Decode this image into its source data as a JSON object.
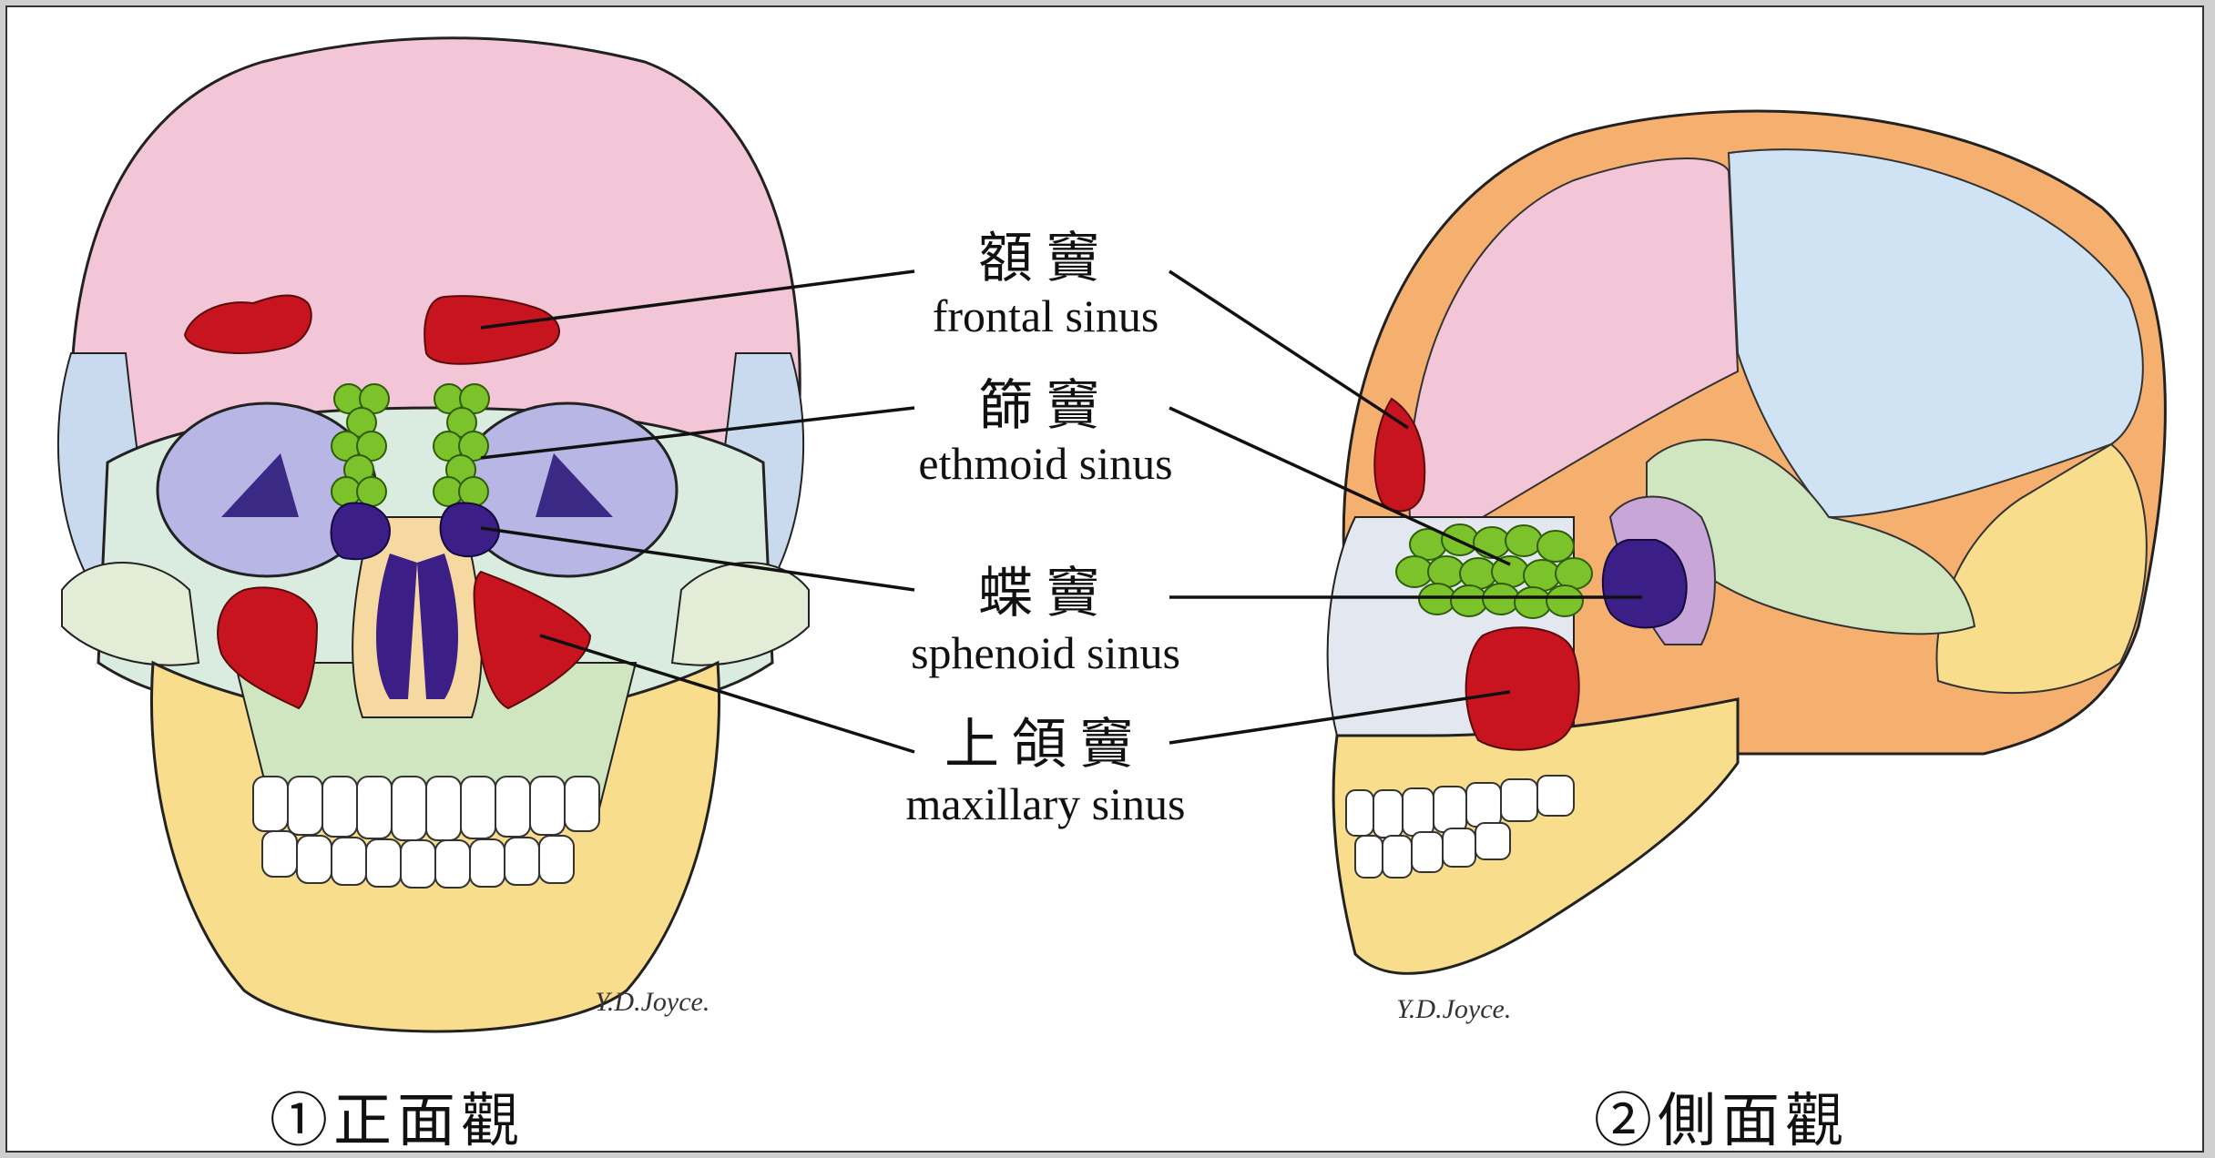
{
  "labels": [
    {
      "zh": "額竇",
      "en": "frontal sinus"
    },
    {
      "zh": "篩竇",
      "en": "ethmoid sinus"
    },
    {
      "zh": "蝶竇",
      "en": "sphenoid sinus"
    },
    {
      "zh": "上頜竇",
      "en": "maxillary sinus"
    }
  ],
  "captions": {
    "front": "①正面觀",
    "side": "②側面觀"
  },
  "signature": "Y.D.Joyce.",
  "colors": {
    "frontal_sinus": "#c8141e",
    "ethmoid_sinus": "#7cc22a",
    "sphenoid_sinus": "#3b1f86",
    "maxillary_sinus": "#c8141e",
    "skull_pink": "#f2c6d6",
    "skull_blue": "#cfe3f5",
    "skull_yellow": "#f7dd8c",
    "skull_green": "#cfe6c0",
    "skull_orange": "#f5b070"
  }
}
